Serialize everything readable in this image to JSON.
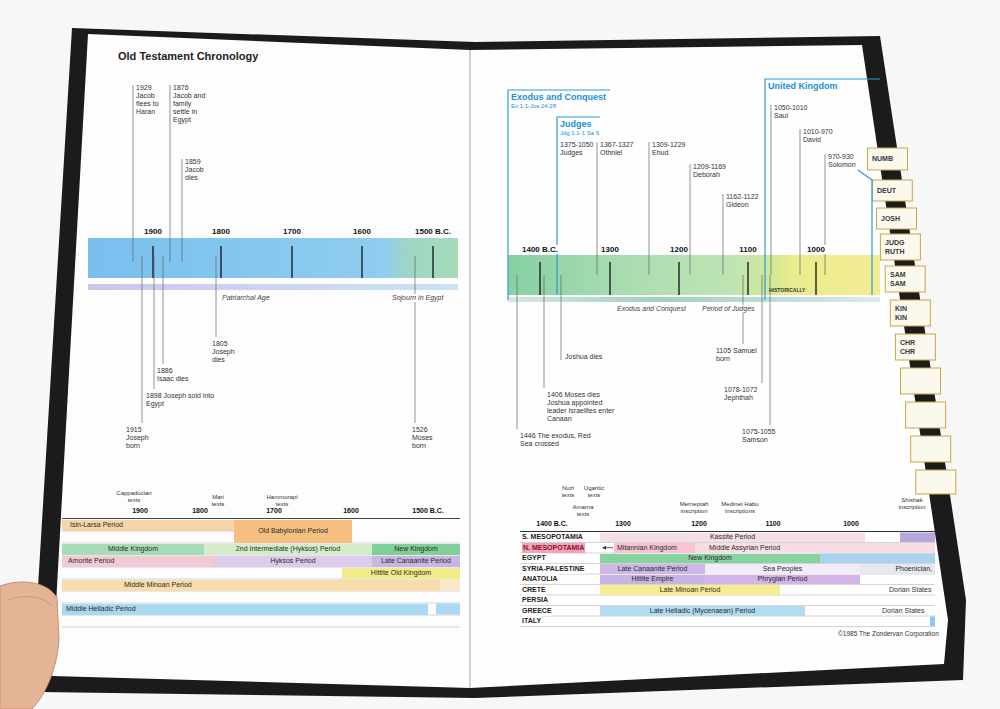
{
  "diagram": {
    "title": "Old Testament Chronology",
    "caption": "©1985 The Zondervan Corporation",
    "nodes": [
      {
        "text": [
          "Isin-Larsa Period"
        ]
      },
      {
        "text": [
          "Old Babylonian Period"
        ]
      },
      {
        "text": [
          "Middle Kingdom"
        ]
      },
      {
        "text": [
          "2nd Intermediate (Hyksos) Period"
        ]
      },
      {
        "text": [
          "New Kingdom"
        ]
      },
      {
        "text": [
          "Amorite Period"
        ]
      },
      {
        "text": [
          "Hyksos Period"
        ]
      },
      {
        "text": [
          "Late Canaanite Period"
        ]
      },
      {
        "text": [
          "Hittite Old Kingdom"
        ]
      },
      {
        "text": [
          "Middle Minoan Period"
        ]
      },
      {
        "text": [
          "Middle Helladic Period"
        ]
      },
      {
        "text": [
          "Kassite Period"
        ]
      },
      {
        "text": [
          "Mitannian Kingdom"
        ]
      },
      {
        "text": [
          "Middle Assyrian Period"
        ]
      },
      {
        "text": [
          "New Kingdom"
        ]
      },
      {
        "text": [
          "Late Canaanite Period"
        ]
      },
      {
        "text": [
          "Sea Peoples"
        ]
      },
      {
        "text": [
          "Phoenician,"
        ]
      },
      {
        "text": [
          "Hittite Empire"
        ]
      },
      {
        "text": [
          "Phrygian Period"
        ]
      },
      {
        "text": [
          "Late Minoan Period"
        ]
      },
      {
        "text": [
          "Late Helladic (Mycenaean) Period"
        ]
      }
    ],
    "labels": [
      "1929 Jacob flees to Haran",
      "1876 Jacob and family settle in Egypt",
      "1859 Jacob dies",
      "1900",
      "1800",
      "1700",
      "1600",
      "1500 B.C.",
      "Patriarchal Age",
      "Sojourn in Egypt",
      "1805 Joseph dies",
      "1886 Isaac dies",
      "1898 Joseph sold into Egypt",
      "1915 Joseph born",
      "1526 Moses born",
      "Cappadocian texts",
      "Mari texts",
      "Hammurapi texts",
      "1900",
      "1800",
      "1700",
      "1600",
      "1500 B.C.",
      "Exodus and Conquest",
      "Ex 1:1-Jos 24:28",
      "Judges",
      "Jdg 1:1-1 Sa 9",
      "United Kingdom",
      "1375-1050 Judges",
      "1367-1327 Othniel",
      "1309-1229 Ehud",
      "1209-1169 Deborah",
      "1162-1122 Gideon",
      "1050-1010 Saul",
      "1010-970 David",
      "970-930 Solomon",
      "1400 B.C.",
      "1300",
      "1200",
      "1100",
      "1000",
      "HISTORICALLY",
      "Exodus and Conquest",
      "Period of Judges",
      "Joshua dies",
      "1406 Moses dies Joshua appointed leader Israelites enter Canaan",
      "1446 The exodus, Red Sea crossed",
      "1105 Samuel born",
      "1078-1072 Jephthah",
      "1075-1055 Samson",
      "Nuzi texts",
      "Ugaritic texts",
      "Amarna texts",
      "Merneptah inscription",
      "Medinet Habu inscriptions",
      "Shishak inscription",
      "1400 B.C.",
      "1300",
      "1200",
      "1100",
      "1000",
      "S. MESOPOTAMIA",
      "N. MESOPOTAMIA",
      "EGYPT",
      "SYRIA-PALESTINE",
      "ANATOLIA",
      "CRETE",
      "PERSIA",
      "GREECE",
      "ITALY",
      "Dorian States",
      "Dorian States",
      "NUMB",
      "DEUT",
      "JOSH",
      "JUDG",
      "RUTH",
      "SAM",
      "SAM",
      "KIN",
      "KIN",
      "CHR",
      "CHR"
    ]
  }
}
